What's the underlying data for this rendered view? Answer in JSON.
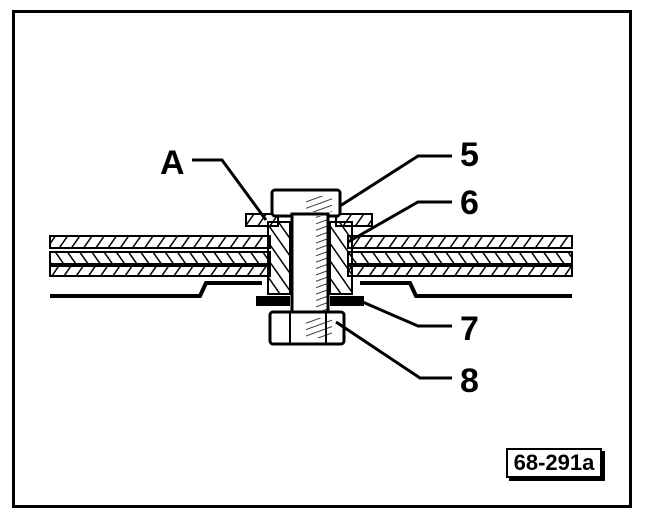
{
  "labels": {
    "a": "A",
    "five": "5",
    "six": "6",
    "seven": "7",
    "eight": "8"
  },
  "reference_code": "68-291a",
  "colors": {
    "ink": "#000000",
    "paper": "#ffffff"
  }
}
